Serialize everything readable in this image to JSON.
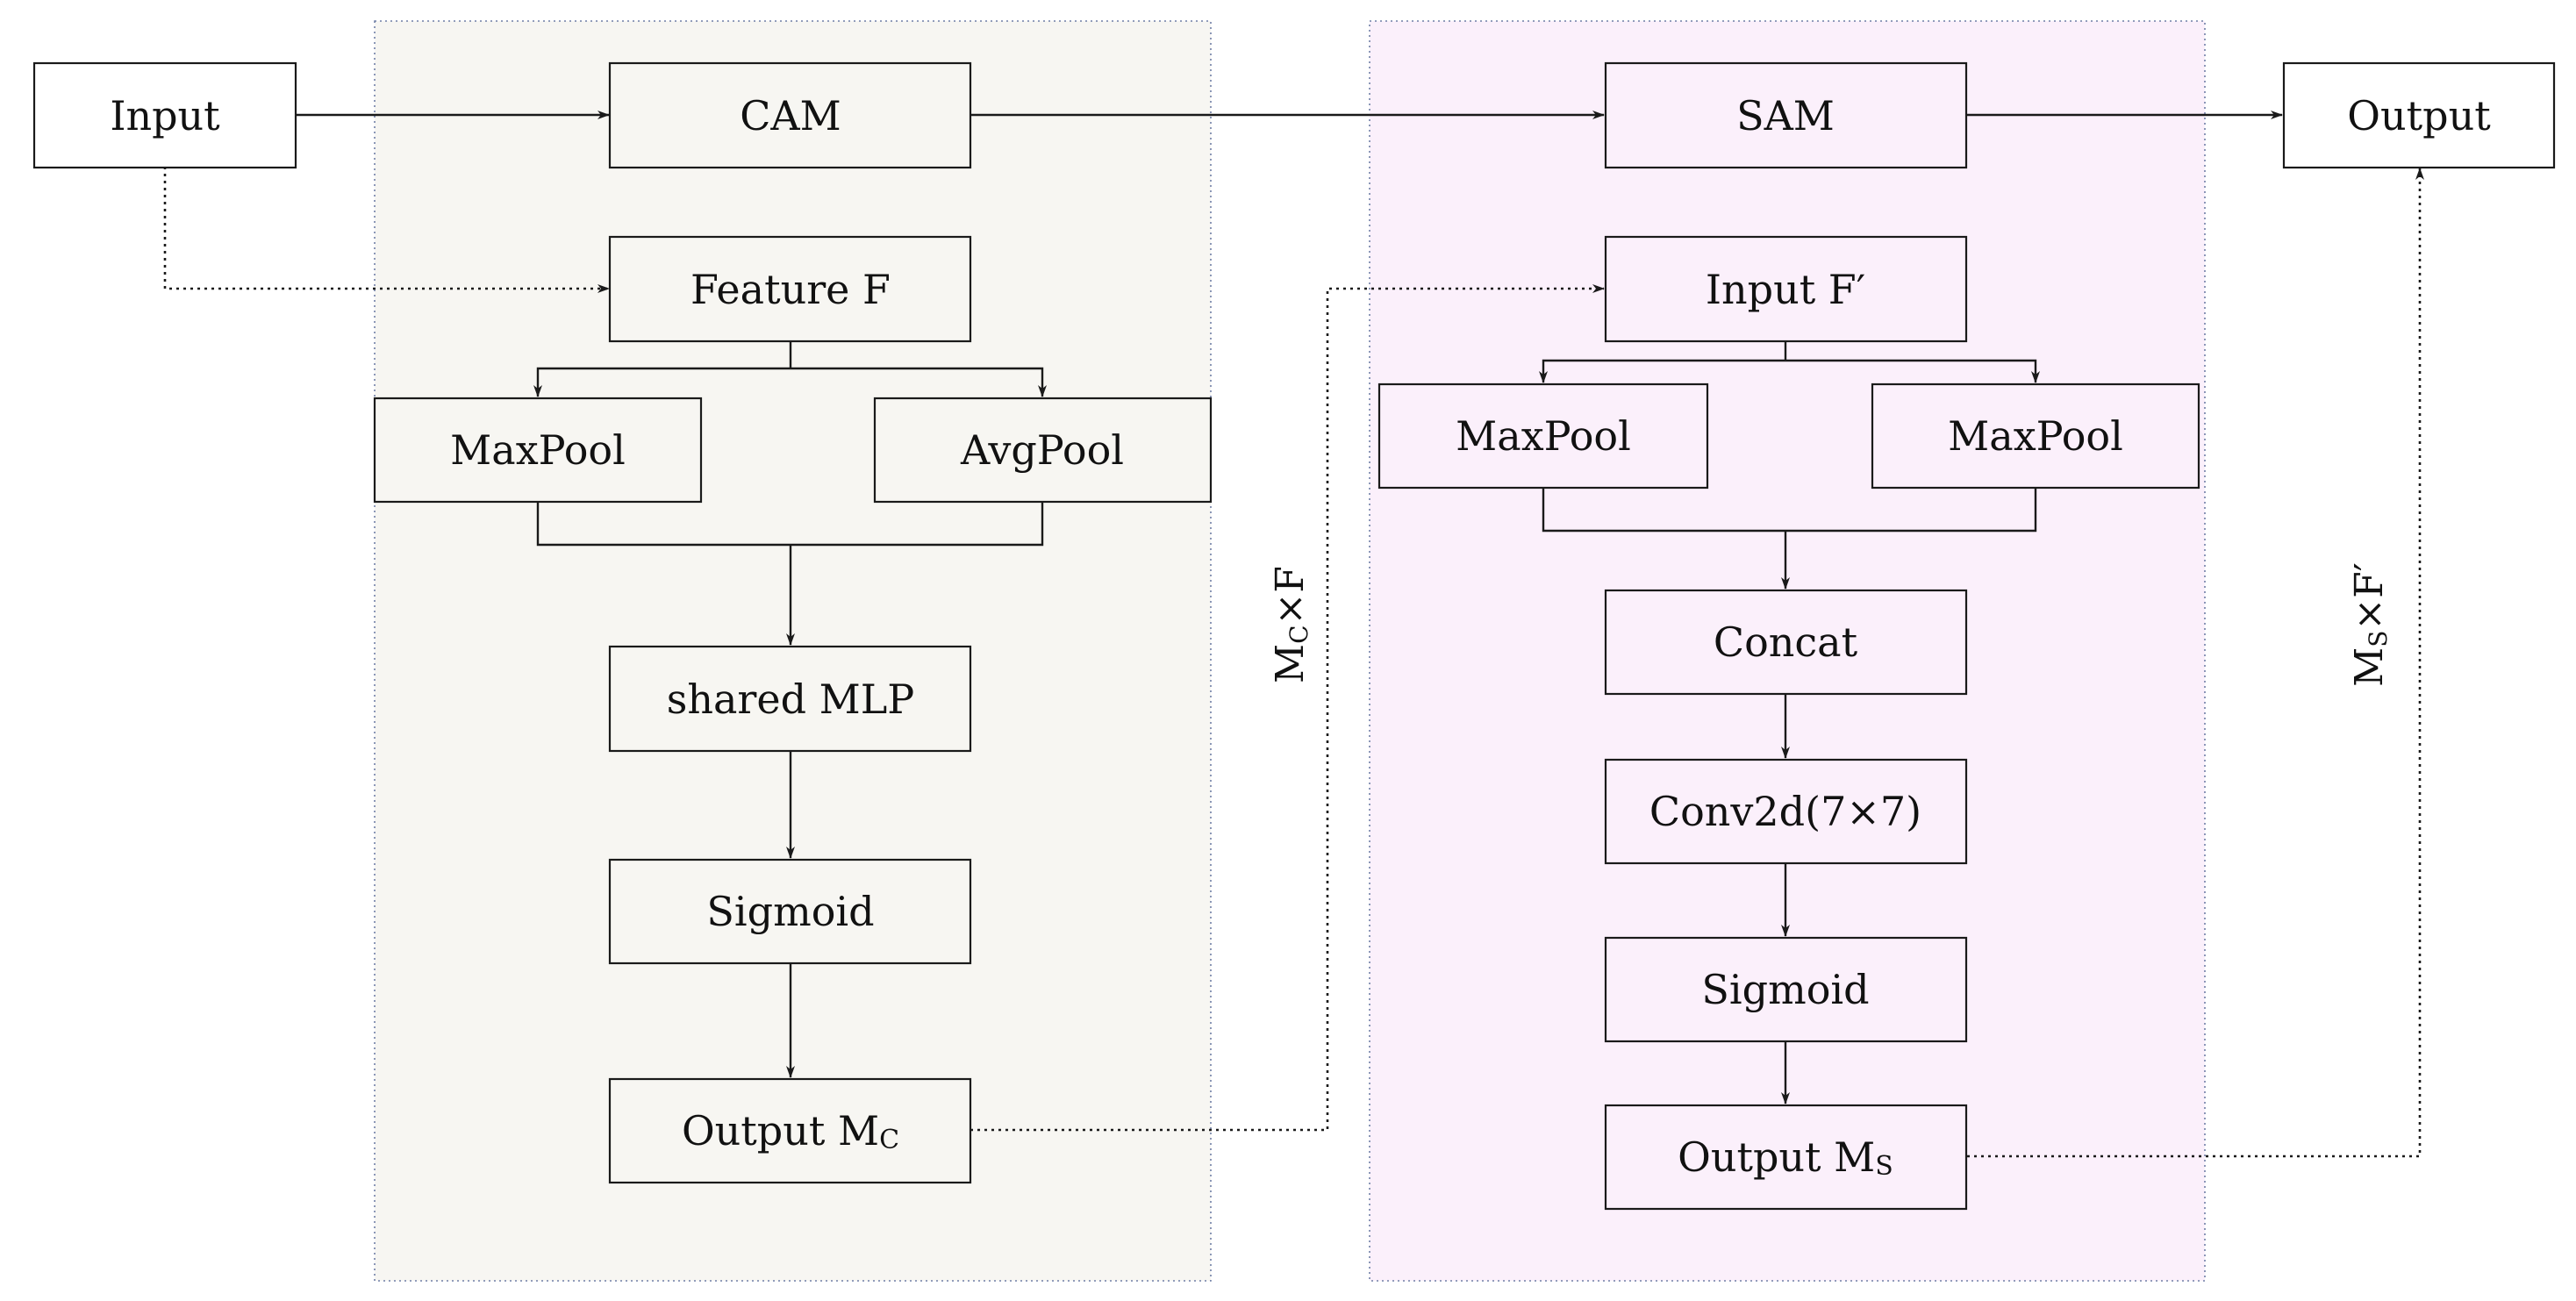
{
  "colors": {
    "cam_panel_fill": "#f7f6f2",
    "sam_panel_fill": "#fbf0fb",
    "outer_box_fill": "#ffffff",
    "line": "#1a1a1a"
  },
  "nodes": {
    "input": "Input",
    "cam": "CAM",
    "sam": "SAM",
    "output": "Output",
    "cam_feature": "Feature F",
    "cam_maxpool": "MaxPool",
    "cam_avgpool": "AvgPool",
    "cam_mlp": "shared MLP",
    "cam_sigmoid": "Sigmoid",
    "cam_output": "Output M",
    "cam_output_sub": "C",
    "sam_input": "Input F′",
    "sam_maxpool_left": "MaxPool",
    "sam_maxpool_right": "MaxPool",
    "sam_concat": "Concat",
    "sam_conv": "Conv2d(7×7)",
    "sam_sigmoid": "Sigmoid",
    "sam_output": "Output M",
    "sam_output_sub": "S"
  },
  "edge_labels": {
    "mc_times_f": "M",
    "mc_sub": "C",
    "mc_rest": "×F",
    "ms_times_fprime": "M",
    "ms_sub": "S",
    "ms_rest": "×F′"
  }
}
